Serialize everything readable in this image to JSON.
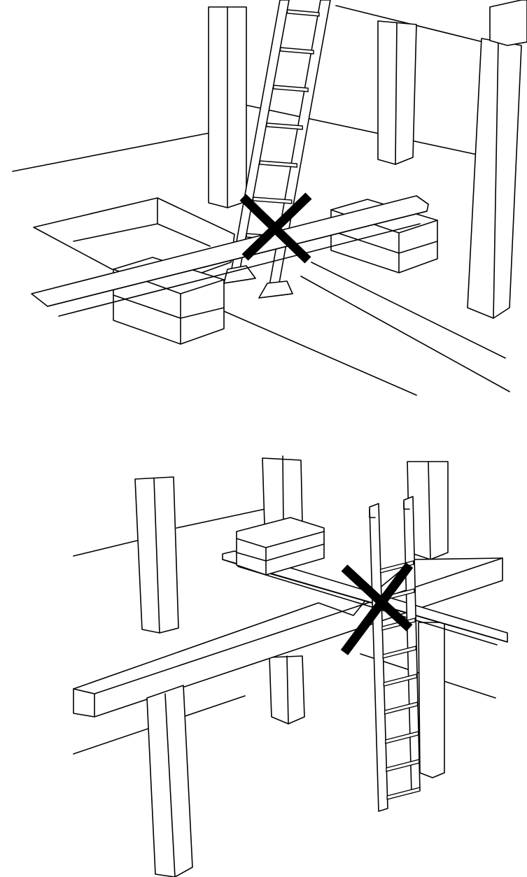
{
  "figure": {
    "panels": [
      {
        "id": "top",
        "subject": "leaning-ladder-obstructed-by-beam",
        "marked_incorrect": true
      },
      {
        "id": "bottom",
        "subject": "fixed-vertical-ladder-obstructed-by-beam",
        "marked_incorrect": true
      }
    ],
    "colors": {
      "line": "#000000",
      "background": "#ffffff"
    },
    "icons": [
      "cross-mark-icon",
      "cross-mark-icon"
    ]
  }
}
